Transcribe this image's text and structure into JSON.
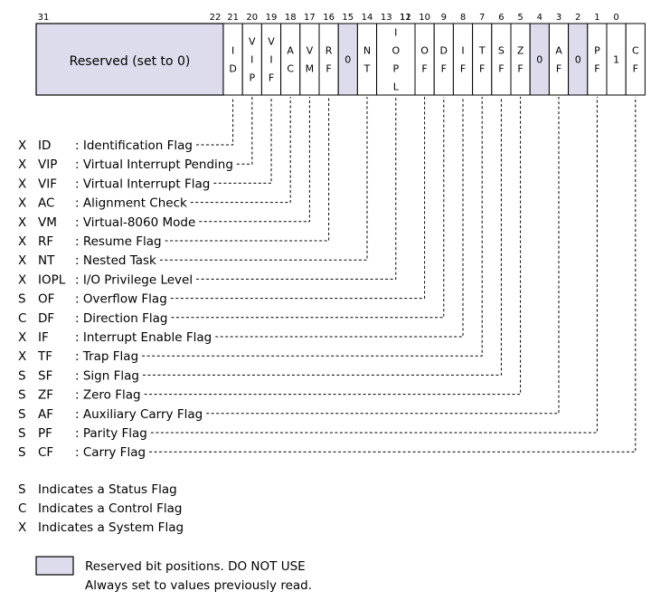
{
  "colors": {
    "reserved_fill": "#dcdcec",
    "border": "#000000",
    "background": "#ffffff"
  },
  "register": {
    "reserved_label": "Reserved (set to 0)",
    "bit_numbers": [
      "31",
      "22",
      "21",
      "20",
      "19",
      "18",
      "17",
      "16",
      "15",
      "14",
      "13",
      "12",
      "11",
      "10",
      "9",
      "8",
      "7",
      "6",
      "5",
      "4",
      "3",
      "2",
      "1",
      "0"
    ],
    "cells": [
      {
        "bit": "21",
        "text": "I D",
        "reserved": false
      },
      {
        "bit": "20",
        "text": "V I P",
        "reserved": false
      },
      {
        "bit": "19",
        "text": "V I F",
        "reserved": false
      },
      {
        "bit": "18",
        "text": "A C",
        "reserved": false
      },
      {
        "bit": "17",
        "text": "V M",
        "reserved": false
      },
      {
        "bit": "16",
        "text": "R F",
        "reserved": false
      },
      {
        "bit": "15",
        "text": "0",
        "reserved": true
      },
      {
        "bit": "14",
        "text": "N T",
        "reserved": false
      },
      {
        "bit": "13-12",
        "text": "I O P L",
        "reserved": false
      },
      {
        "bit": "11",
        "text": "O F",
        "reserved": false
      },
      {
        "bit": "10",
        "text": "D F",
        "reserved": false
      },
      {
        "bit": "9",
        "text": "I F",
        "reserved": false
      },
      {
        "bit": "8",
        "text": "T F",
        "reserved": false
      },
      {
        "bit": "7",
        "text": "S F",
        "reserved": false
      },
      {
        "bit": "6",
        "text": "Z F",
        "reserved": false
      },
      {
        "bit": "5",
        "text": "0",
        "reserved": true
      },
      {
        "bit": "4",
        "text": "A F",
        "reserved": false
      },
      {
        "bit": "3",
        "text": "0",
        "reserved": true
      },
      {
        "bit": "2",
        "text": "P F",
        "reserved": false
      },
      {
        "bit": "1",
        "text": "1",
        "reserved": false
      },
      {
        "bit": "0",
        "text": "C F",
        "reserved": false
      }
    ]
  },
  "flags": [
    {
      "type": "X",
      "abbr": "ID",
      "desc": ": Identification Flag",
      "bit": "21"
    },
    {
      "type": "X",
      "abbr": "VIP",
      "desc": ": Virtual Interrupt Pending",
      "bit": "20"
    },
    {
      "type": "X",
      "abbr": "VIF",
      "desc": ": Virtual Interrupt Flag",
      "bit": "19"
    },
    {
      "type": "X",
      "abbr": "AC",
      "desc": ": Alignment Check",
      "bit": "18"
    },
    {
      "type": "X",
      "abbr": "VM",
      "desc": ": Virtual-8060 Mode",
      "bit": "17"
    },
    {
      "type": "X",
      "abbr": "RF",
      "desc": ": Resume Flag",
      "bit": "16"
    },
    {
      "type": "X",
      "abbr": "NT",
      "desc": ": Nested Task",
      "bit": "14"
    },
    {
      "type": "X",
      "abbr": "IOPL",
      "desc": ": I/O Privilege Level",
      "bit": "13-12"
    },
    {
      "type": "S",
      "abbr": "OF",
      "desc": ": Overflow Flag",
      "bit": "11"
    },
    {
      "type": "C",
      "abbr": "DF",
      "desc": ": Direction Flag",
      "bit": "10"
    },
    {
      "type": "X",
      "abbr": "IF",
      "desc": ": Interrupt Enable Flag",
      "bit": "9"
    },
    {
      "type": "X",
      "abbr": "TF",
      "desc": ": Trap Flag",
      "bit": "8"
    },
    {
      "type": "S",
      "abbr": "SF",
      "desc": ": Sign Flag",
      "bit": "7"
    },
    {
      "type": "S",
      "abbr": "ZF",
      "desc": ": Zero Flag",
      "bit": "6"
    },
    {
      "type": "S",
      "abbr": "AF",
      "desc": ": Auxiliary Carry Flag",
      "bit": "4"
    },
    {
      "type": "S",
      "abbr": "PF",
      "desc": ": Parity Flag",
      "bit": "2"
    },
    {
      "type": "S",
      "abbr": "CF",
      "desc": ": Carry Flag",
      "bit": "0"
    }
  ],
  "legend": [
    {
      "key": "S",
      "text": "Indicates a Status Flag"
    },
    {
      "key": "C",
      "text": "Indicates a Control Flag"
    },
    {
      "key": "X",
      "text": "Indicates a System Flag"
    }
  ],
  "reserved_note": {
    "line1": "Reserved bit positions. DO NOT USE",
    "line2": "Always set to values previously read."
  }
}
